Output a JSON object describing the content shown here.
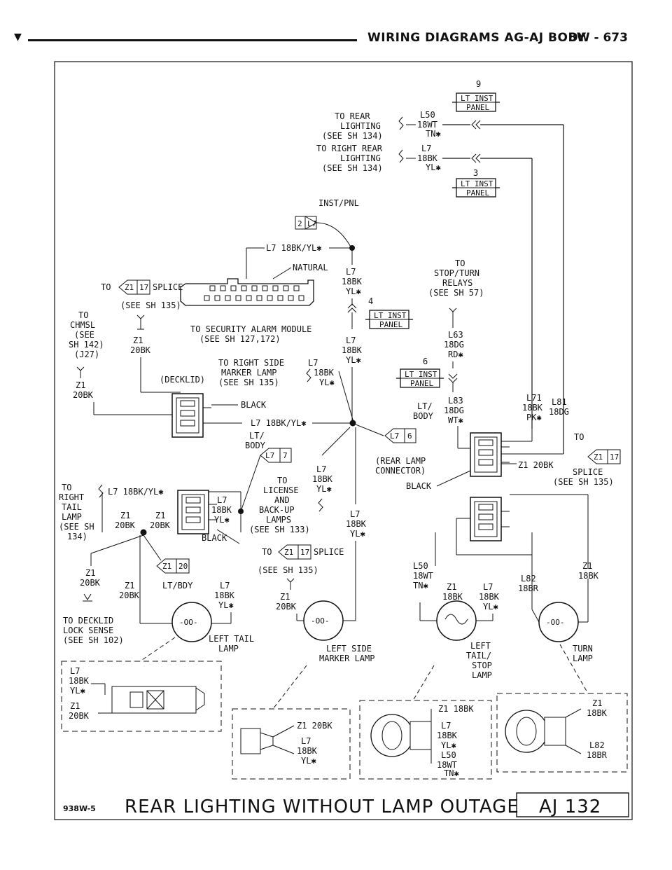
{
  "header": {
    "arrow": "▼",
    "title": "WIRING DIAGRAMS AG-AJ BODY",
    "page": "8W - 673"
  },
  "labels": {
    "pin9": "9",
    "lt_inst": "LT INST",
    "panel": "PANEL",
    "to_rear": "TO REAR",
    "lighting": "LIGHTING",
    "see_sh_134": "(SEE SH 134)",
    "l50": "L50",
    "w18wt": "18WT",
    "tn": "TN✱",
    "to_right_rear": "TO RIGHT REAR",
    "l7": "L7",
    "w18bk": "18BK",
    "yl": "YL✱",
    "pin3": "3",
    "inst_pnl": "INST/PNL",
    "c2": "2",
    "l7_18bk_yl": "L7 18BK/YL✱",
    "natural": "NATURAL",
    "to": "TO",
    "z1": "Z1",
    "n17": "17",
    "splice": "SPLICE",
    "see_sh_135": "(SEE SH 135)",
    "stop_turn": "STOP/TURN",
    "relays": "RELAYS",
    "see_sh_57": "(SEE SH 57)",
    "pin4": "4",
    "chmsl": "CHMSL",
    "see": "(SEE",
    "sh_142": "SH 142)",
    "j27": "(J27)",
    "w20bk": "20BK",
    "to_security": "TO SECURITY ALARM MODULE",
    "see_sh_127": "(SEE SH 127,172)",
    "l63": "L63",
    "w18dg": "18DG",
    "rd": "RD✱",
    "to_right_side": "TO RIGHT SIDE",
    "marker_lamp": "MARKER LAMP",
    "see_sh_135b": "(SEE SH 135)",
    "decklid": "(DECKLID)",
    "pin6": "6",
    "black": "BLACK",
    "l71": "L71",
    "l81": "L81",
    "pk": "PK✱",
    "lt_body": "LT/",
    "body": "BODY",
    "l83": "L83",
    "wt": "WT✱",
    "n7": "7",
    "n6": "6",
    "rear_lamp": "(REAR LAMP",
    "connector": "CONNECTOR)",
    "license": "LICENSE",
    "and": "AND",
    "backup": "BACK-UP",
    "lamps": "LAMPS",
    "see_sh_133": "(SEE SH 133)",
    "right": "RIGHT",
    "tail": "TAIL",
    "lamp": "LAMP",
    "see_sh": "(SEE SH",
    "n134": "134)",
    "n20": "20",
    "lt_bdy": "LT/BDY",
    "l82": "L82",
    "w18br": "18BR",
    "to_decklid": "TO DECKLID",
    "lock_sense": "LOCK SENSE",
    "see_sh_102": "(SEE SH 102)",
    "left_tail": "LEFT TAIL",
    "left_side": "LEFT SIDE",
    "left": "LEFT",
    "tail_slash": "TAIL/",
    "stop": "STOP",
    "turn": "TURN",
    "z1_20bk": "Z1 20BK",
    "z1_18bk": "Z1 18BK",
    "oo": "-OO-",
    "footer_code": "938W-5",
    "footer_title": "REAR LIGHTING WITHOUT LAMP OUTAGE",
    "footer_page": "AJ  132"
  }
}
